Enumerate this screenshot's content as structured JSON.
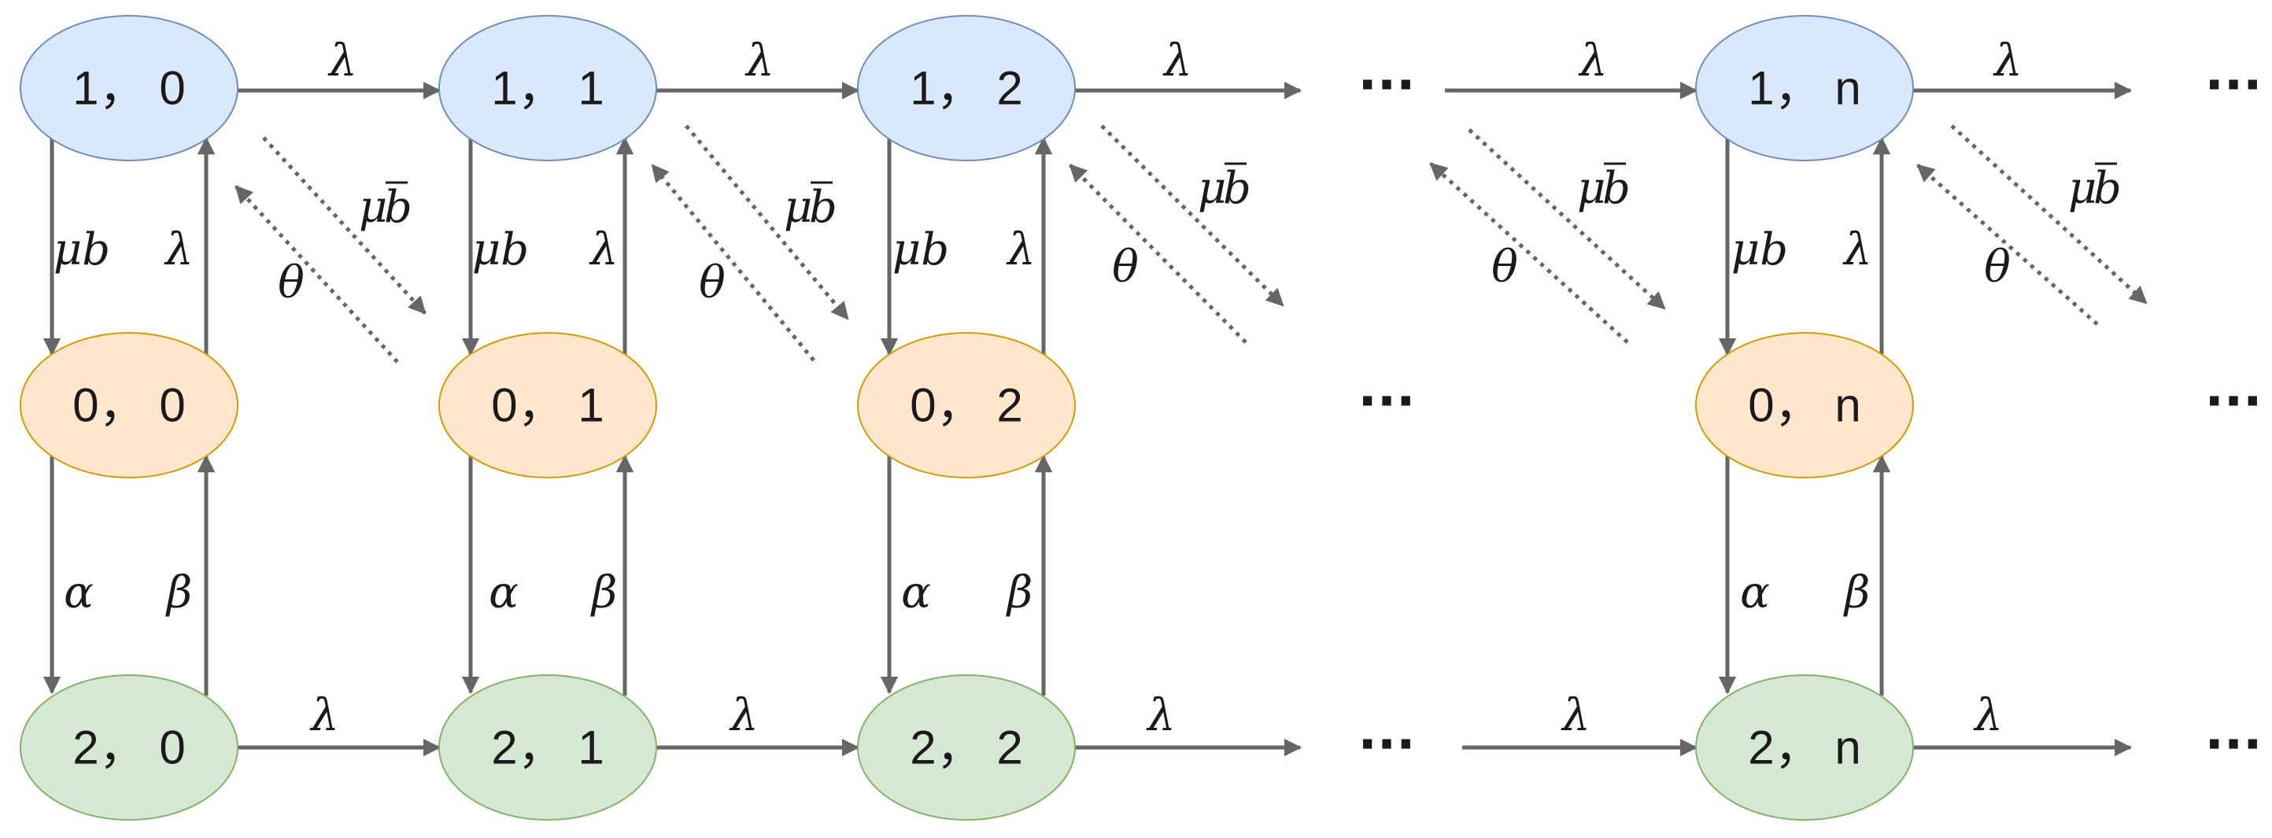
{
  "colors": {
    "blue_fill": "#dae8fc",
    "blue_stroke": "#6c8ebf",
    "orange_fill": "#ffe6cc",
    "orange_stroke": "#d79b00",
    "green_fill": "#d5e8d4",
    "green_stroke": "#82b366",
    "arrow": "#666666"
  },
  "nodes": {
    "n10": "1， 0",
    "n11": "1， 1",
    "n12": "1， 2",
    "n1n": "1， n",
    "n00": "0， 0",
    "n01": "0， 1",
    "n02": "0， 2",
    "n0n": "0， n",
    "n20": "2， 0",
    "n21": "2， 1",
    "n22": "2， 2",
    "n2n": "2， n"
  },
  "labels": {
    "lambda": "λ",
    "mub": "μb",
    "alpha": "α",
    "beta": "β",
    "theta": "θ",
    "mub_bar_mu": "μ",
    "mub_bar_b": "b"
  },
  "ellipsis": "···"
}
